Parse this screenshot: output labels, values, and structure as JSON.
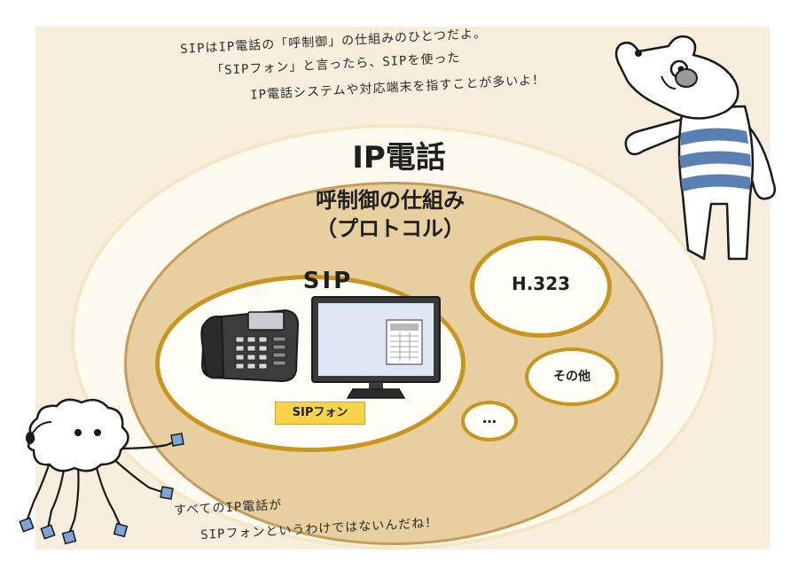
{
  "speech_top": {
    "line1": "SIPはIP電話の「呼制御」の仕組みのひとつだよ。",
    "line2": "「SIPフォン」と言ったら、SIPを使った",
    "line3": "IP電話システムや対応端末を指すことが多いよ！"
  },
  "speech_bottom": {
    "line1": "すべてのIP電話が",
    "line2": "SIPフォンというわけではないんだね！"
  },
  "diagram": {
    "ip_phone": "IP電話",
    "protocol_line1": "呼制御の仕組み",
    "protocol_line2": "（プロトコル）",
    "sip": "SIP",
    "h323": "H.323",
    "other": "その他",
    "dots": "…",
    "sip_phone_badge": "SIPフォン"
  },
  "colors": {
    "panel": "#f7eedd",
    "outer_ellipse": "#fffaf0",
    "protocol_ellipse": "#e7cfa0",
    "ring_gold": "#c8951e",
    "badge_yellow": "#f7d44a",
    "stripe_blue": "#5a7fb3"
  },
  "icons": [
    "desk-phone-icon",
    "computer-monitor-icon",
    "bear-character",
    "cloud-character"
  ]
}
